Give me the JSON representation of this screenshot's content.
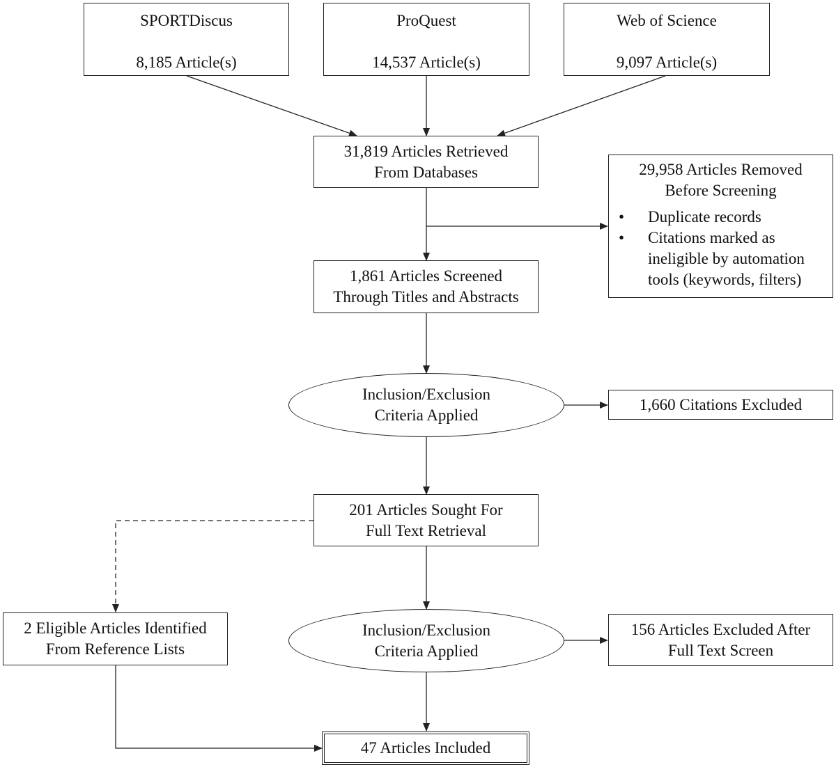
{
  "databases": [
    {
      "name": "SPORTDiscus",
      "count": "8,185 Article(s)"
    },
    {
      "name": "ProQuest",
      "count": "14,537 Article(s)"
    },
    {
      "name": "Web of Science",
      "count": "9,097 Article(s)"
    }
  ],
  "retrieved": {
    "line1": "31,819 Articles Retrieved",
    "line2": "From Databases"
  },
  "removed": {
    "line1": "29,958 Articles Removed",
    "line2": "Before Screening",
    "bullets": [
      {
        "lines": [
          "Duplicate records"
        ]
      },
      {
        "lines": [
          "Citations marked as",
          "ineligible by automation",
          "tools (keywords, filters)"
        ]
      }
    ]
  },
  "screened": {
    "line1": "1,861 Articles Screened",
    "line2": "Through Titles and Abstracts"
  },
  "criteria1": {
    "line1": "Inclusion/Exclusion",
    "line2": "Criteria Applied"
  },
  "excluded1": {
    "text": "1,660 Citations Excluded"
  },
  "sought": {
    "line1": "201 Articles Sought For",
    "line2": "Full Text Retrieval"
  },
  "reference": {
    "line1": "2 Eligible Articles Identified",
    "line2": "From Reference Lists"
  },
  "criteria2": {
    "line1": "Inclusion/Exclusion",
    "line2": "Criteria Applied"
  },
  "excluded2": {
    "line1": "156 Articles Excluded After",
    "line2": "Full Text Screen"
  },
  "included": {
    "text": "47 Articles Included"
  }
}
